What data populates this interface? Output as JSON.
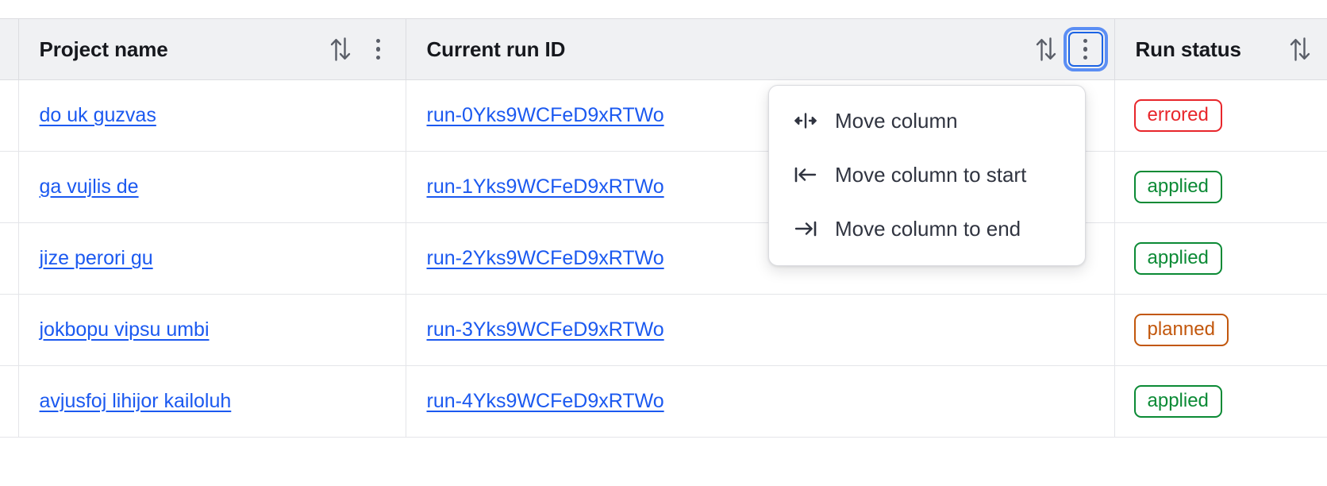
{
  "table": {
    "columns": [
      {
        "key": "project_name",
        "label": "Project name",
        "sort_icon": "sort-updown-icon",
        "menu_icon": "kebab-menu-icon",
        "has_menu": true,
        "menu_focused": false
      },
      {
        "key": "current_run_id",
        "label": "Current run ID",
        "sort_icon": "sort-updown-icon",
        "menu_icon": "kebab-menu-icon",
        "has_menu": true,
        "menu_focused": true
      },
      {
        "key": "run_status",
        "label": "Run status",
        "sort_icon": "sort-updown-icon",
        "has_menu": false,
        "menu_focused": false
      }
    ],
    "rows": [
      {
        "project_name": "do uk guzvas",
        "current_run_id": "run-0Yks9WCFeD9xRTWo",
        "run_status": "errored",
        "status_kind": "errored"
      },
      {
        "project_name": "ga vujlis de",
        "current_run_id": "run-1Yks9WCFeD9xRTWo",
        "run_status": "applied",
        "status_kind": "applied"
      },
      {
        "project_name": "jize perori gu",
        "current_run_id": "run-2Yks9WCFeD9xRTWo",
        "run_status": "applied",
        "status_kind": "applied"
      },
      {
        "project_name": "jokbopu vipsu umbi",
        "current_run_id": "run-3Yks9WCFeD9xRTWo",
        "run_status": "planned",
        "status_kind": "planned"
      },
      {
        "project_name": "avjusfoj lihijor kailoluh",
        "current_run_id": "run-4Yks9WCFeD9xRTWo",
        "run_status": "applied",
        "status_kind": "applied"
      }
    ]
  },
  "column_menu": {
    "open_for_column": "Current run ID",
    "items": [
      {
        "icon": "move-column-icon",
        "label": "Move column"
      },
      {
        "icon": "move-column-to-start-icon",
        "label": "Move column to start"
      },
      {
        "icon": "move-column-to-end-icon",
        "label": "Move column to end"
      }
    ]
  },
  "colors": {
    "link": "#1b59f0",
    "header_bg": "#f0f1f3",
    "border": "#dcdde1",
    "row_border": "#e4e5e9",
    "focus_ring": "#5b8ef4",
    "status_errored": "#e8262b",
    "status_applied": "#0b8a35",
    "status_planned": "#c2570c"
  }
}
